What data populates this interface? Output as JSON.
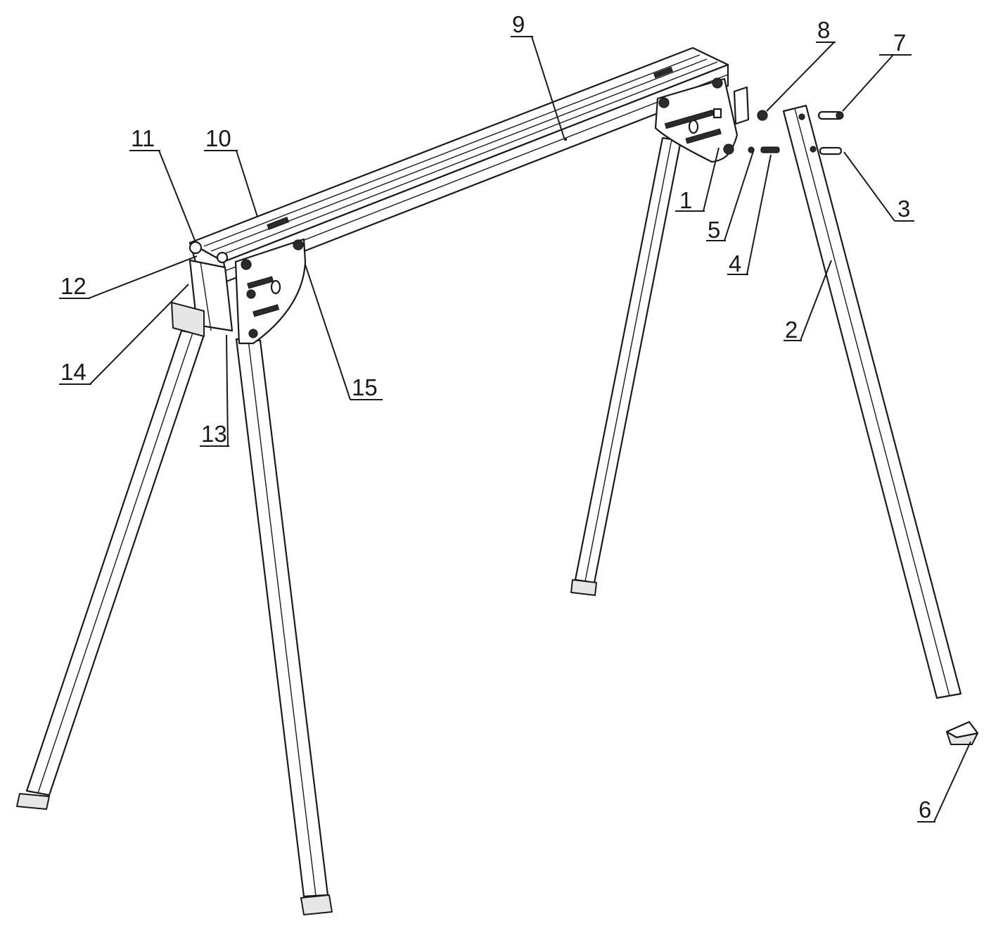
{
  "callouts": [
    {
      "id": "c1",
      "text": "1"
    },
    {
      "id": "c2",
      "text": "2"
    },
    {
      "id": "c3",
      "text": "3"
    },
    {
      "id": "c4",
      "text": "4"
    },
    {
      "id": "c5",
      "text": "5"
    },
    {
      "id": "c6",
      "text": "6"
    },
    {
      "id": "c7",
      "text": "7"
    },
    {
      "id": "c8",
      "text": "8"
    },
    {
      "id": "c9",
      "text": "9"
    },
    {
      "id": "c10",
      "text": "10"
    },
    {
      "id": "c11",
      "text": "11"
    },
    {
      "id": "c12",
      "text": "12"
    },
    {
      "id": "c13",
      "text": "13"
    },
    {
      "id": "c14",
      "text": "14"
    },
    {
      "id": "c15",
      "text": "15"
    }
  ],
  "colors": {
    "line": "#1a1a1a",
    "background": "#ffffff",
    "shade": "#e6e6e6"
  }
}
